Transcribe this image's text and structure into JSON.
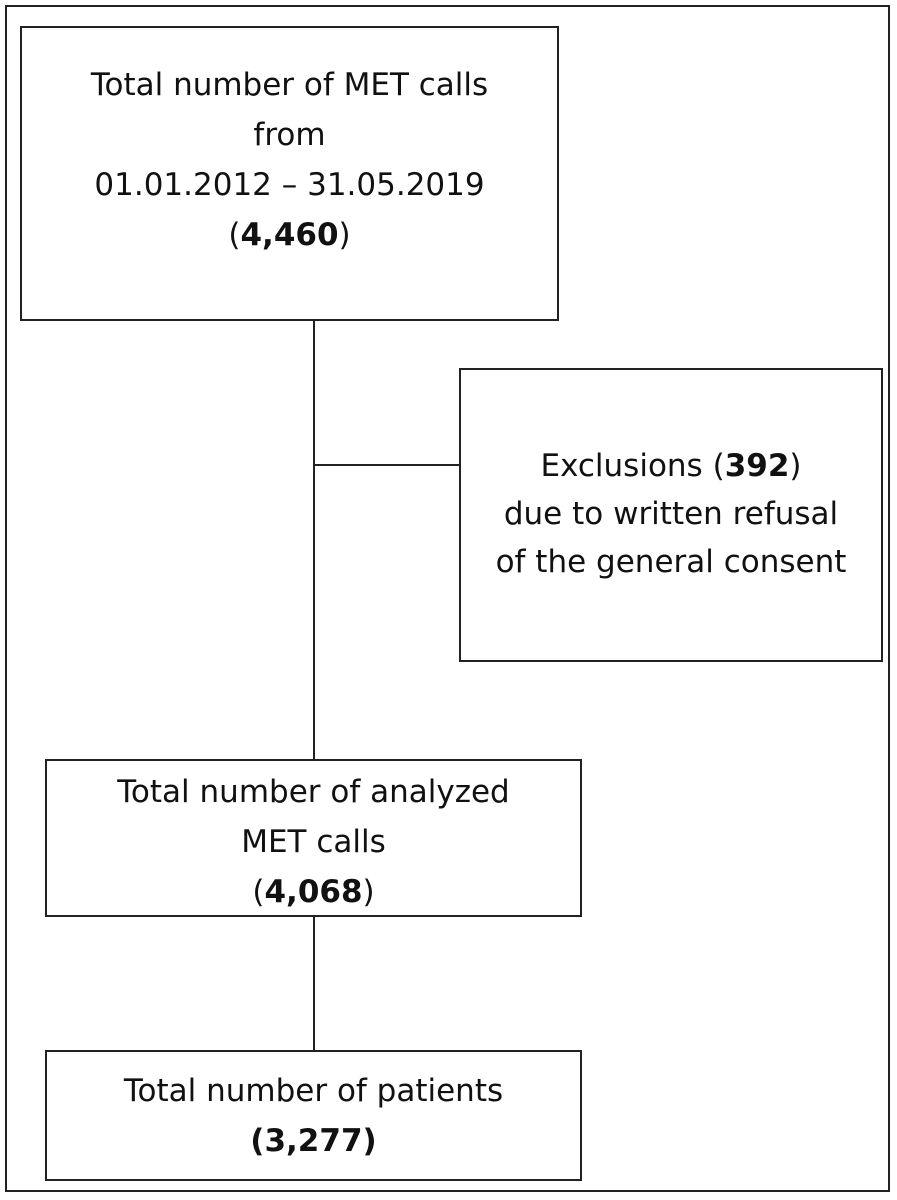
{
  "flowchart": {
    "total_calls": {
      "line1": "Total number of MET calls",
      "line2": "from",
      "line3": "01.01.2012 – 31.05.2019",
      "open": "(",
      "count": "4,460",
      "close": ")"
    },
    "exclusions": {
      "label": "Exclusions",
      "open": "(",
      "count": "392",
      "close": ")",
      "line2": "due to written refusal",
      "line3": "of the general consent"
    },
    "analyzed": {
      "line1": "Total number of analyzed",
      "line2": "MET calls",
      "open": "(",
      "count": "4,068",
      "close": ")"
    },
    "patients": {
      "line1": "Total number of patients",
      "count_text": "(3,277)"
    }
  }
}
